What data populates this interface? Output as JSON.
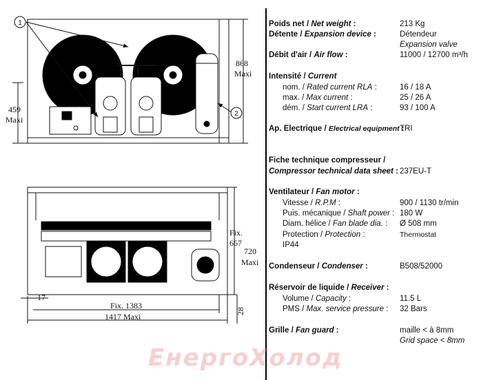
{
  "drawing": {
    "callouts": [
      "1",
      "2"
    ],
    "front_view": {
      "dim_height_left_value": "459",
      "dim_height_left_unit": "Maxi",
      "dim_height_right_value": "868",
      "dim_height_right_unit": "Maxi"
    },
    "top_view": {
      "dim_fix_depth_label": "Fix.",
      "dim_fix_depth_value": "667",
      "dim_total_depth_value": "720",
      "dim_total_depth_unit": "Maxi",
      "dim_offset_value": "17",
      "dim_fix_width": "Fix. 1383",
      "dim_total_width": "1417  Maxi",
      "dim_foot_value": "28"
    }
  },
  "specs": {
    "net_weight": {
      "label_fr": "Poids net / ",
      "label_en": "Net weight",
      "sep": " :",
      "value": "213 Kg"
    },
    "expansion": {
      "label_fr": "Détente / ",
      "label_en": "Expansion device",
      "sep": " :",
      "value": "Détendeur",
      "value_en": "Expansion valve"
    },
    "air_flow": {
      "label_fr": "Débit d'air / ",
      "label_en": "Air flow",
      "sep": " :",
      "value": "11000 / 12700 m³/h"
    },
    "current": {
      "title_fr": "Intensité / ",
      "title_en": "Current",
      "rows": [
        {
          "label_fr": "nom. / ",
          "label_en": "Rated current RLA",
          "sep": " :",
          "value": "16 / 18 A"
        },
        {
          "label_fr": "max. / ",
          "label_en": "Max current",
          "sep": "  :",
          "value": "25 / 26 A"
        },
        {
          "label_fr": "dém. / ",
          "label_en": "Start current LRA",
          "sep": " :",
          "value": "93 / 100 A"
        }
      ]
    },
    "electrical": {
      "label_fr": "Ap. Electrique / ",
      "label_en": "Electrical equipment",
      "sep": " :",
      "value": "TRI"
    },
    "compressor_sheet": {
      "label_fr": "Fiche technique compresseur /",
      "label_en": "Compressor technical data sheet",
      "sep": " :",
      "value": "237EU-T"
    },
    "fan_motor": {
      "title_fr": "Ventilateur / ",
      "title_en": "Fan motor",
      "sep": " :",
      "rows": [
        {
          "label_fr": "Vitesse / ",
          "label_en": "R.P.M",
          "sep": " :",
          "value": "900 / 1130 tr/min"
        },
        {
          "label_fr": "Puis. mécanique / ",
          "label_en": "Shaft power",
          "sep": " :",
          "value": "180 W"
        },
        {
          "label_fr": "Diam. hélice / ",
          "label_en": "Fan blade dia.",
          "sep": " :",
          "value": "Ø 508 mm"
        },
        {
          "label_fr": "Protection / ",
          "label_en": "Protection",
          "sep": " :",
          "value": "Thermostat"
        }
      ],
      "ip": "IP44"
    },
    "condenser": {
      "label_fr": "Condenseur / ",
      "label_en": "Condenser",
      "sep": " :",
      "value": "B508/52000"
    },
    "receiver": {
      "title_fr": "Réservoir de liquide / ",
      "title_en": "Receiver",
      "sep": " :",
      "rows": [
        {
          "label_fr": "Volume / ",
          "label_en": "Capacity",
          "sep": " :",
          "value": "11.5 L"
        },
        {
          "label_fr": "PMS / ",
          "label_en": "Max. service pressure",
          "sep": " :",
          "value": "32 Bars"
        }
      ]
    },
    "fan_guard": {
      "label_fr": "Grille / ",
      "label_en": "Fan guard",
      "sep": " :",
      "value": "maille < à 8mm",
      "value_en": "Grid space < 8mm"
    }
  },
  "watermark": "ЕнергоХолод"
}
